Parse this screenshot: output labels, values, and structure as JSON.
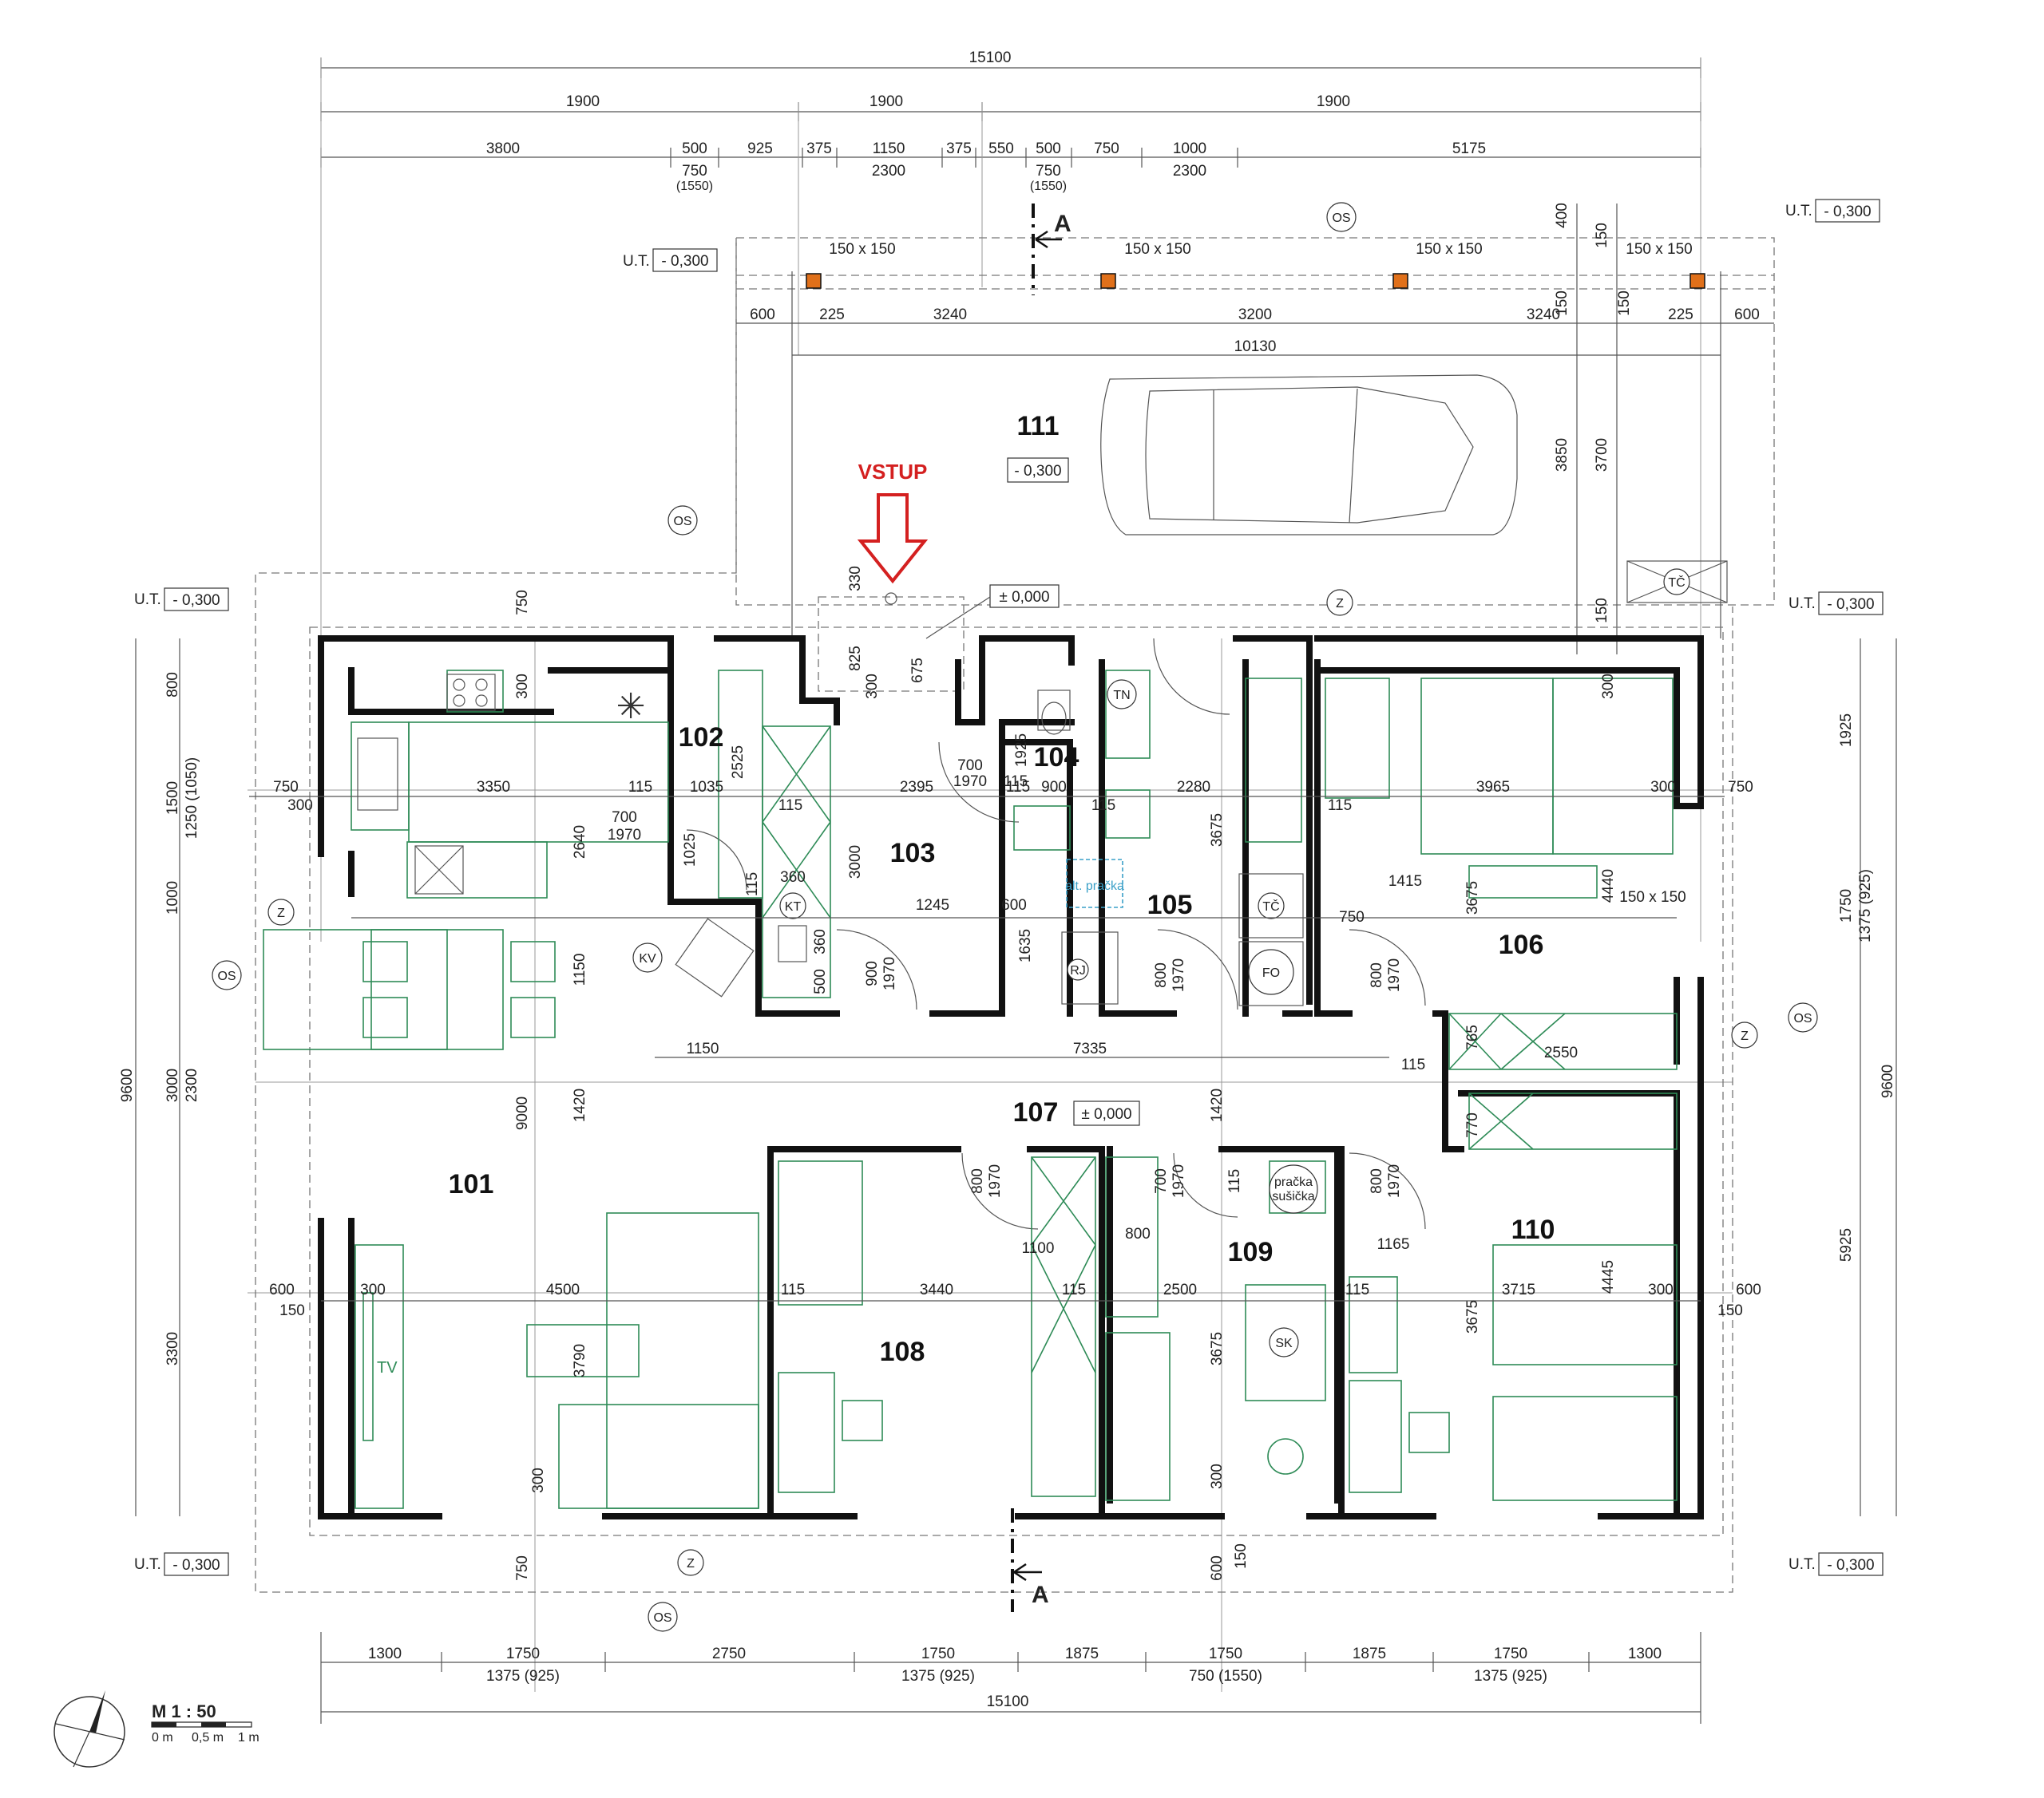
{
  "overall": {
    "top": "15100",
    "bottom": "15100",
    "left": "9600",
    "right": "9600"
  },
  "top_row2": [
    "1900",
    "1900",
    "1900"
  ],
  "top_row3": [
    "3800",
    "500",
    "925",
    "375",
    "1150",
    "375",
    "550",
    "500",
    "750",
    "1000",
    "5175"
  ],
  "top_sub": [
    "750",
    "(1550)",
    "2300",
    "750",
    "(1550)",
    "2300"
  ],
  "pergola": {
    "posts": [
      "150 x 150",
      "150 x 150",
      "150 x 150",
      "150 x 150"
    ],
    "dims": [
      "600",
      "225",
      "3240",
      "3200",
      "3240",
      "225",
      "600"
    ],
    "span": "10130",
    "side": [
      "400",
      "150",
      "150",
      "150",
      "3850",
      "3700",
      "150"
    ]
  },
  "levels": {
    "ut": "U.T.",
    "ut_val": "- 0,300",
    "zero": "± 0,000"
  },
  "marks": {
    "os": "OS",
    "z": "Z",
    "section": "A"
  },
  "rooms": [
    "101",
    "102",
    "103",
    "104",
    "105",
    "106",
    "107",
    "108",
    "109",
    "110",
    "111"
  ],
  "garage_level": "- 0,300",
  "entrance": "VSTUP",
  "entrance_dims": [
    "330",
    "825",
    "300",
    "675"
  ],
  "corridor_level": "± 0,000",
  "labels": {
    "kt": "KT",
    "kv": "KV",
    "tn": "TN",
    "tc": "TČ",
    "fo": "FO",
    "rj": "RJ",
    "sk": "SK",
    "tv": "TV",
    "alt_pracka": "alt. pračka",
    "pracka": "pračka",
    "susicka": "sušička",
    "window_small": "150 x 150"
  },
  "inner_dims": {
    "d750": "750",
    "d300": "300",
    "d3350": "3350",
    "d115": "115",
    "d1035": "1035",
    "d2525": "2525",
    "d2640": "2640",
    "d700": "700",
    "d1970": "1970",
    "d1025": "1025",
    "d360": "360",
    "d500": "500",
    "d3000": "3000",
    "d2395": "2395",
    "d1925": "1925",
    "d900": "900",
    "d2280": "2280",
    "d3675": "3675",
    "d3965": "3965",
    "d1415": "1415",
    "d4440": "4440",
    "d1245": "1245",
    "d600": "600",
    "d1635": "1635",
    "d800": "800",
    "d1150": "1150",
    "d7335": "7335",
    "d765": "765",
    "d2550": "2550",
    "d1420": "1420",
    "d770": "770",
    "d9000": "9000",
    "d1100": "1100",
    "d1165": "1165",
    "d4500": "4500",
    "d3440": "3440",
    "d2500": "2500",
    "d3715": "3715",
    "d4445": "4445",
    "d3790": "3790",
    "d150": "150"
  },
  "left_dims": [
    "800",
    "1500",
    "1250 (1050)",
    "1000",
    "3000",
    "2300",
    "3300"
  ],
  "right_dims": [
    "1925",
    "1750",
    "1375 (925)",
    "5925"
  ],
  "bottom_row1": [
    "1300",
    "1750",
    "2750",
    "1750",
    "1875",
    "1750",
    "1875",
    "1750",
    "1300"
  ],
  "bottom_row2": [
    "1375 (925)",
    "1375 (925)",
    "750 (1550)",
    "1375 (925)"
  ],
  "scale": {
    "title": "M 1 : 50",
    "t0": "0 m",
    "t1": "0,5 m",
    "t2": "1 m"
  }
}
